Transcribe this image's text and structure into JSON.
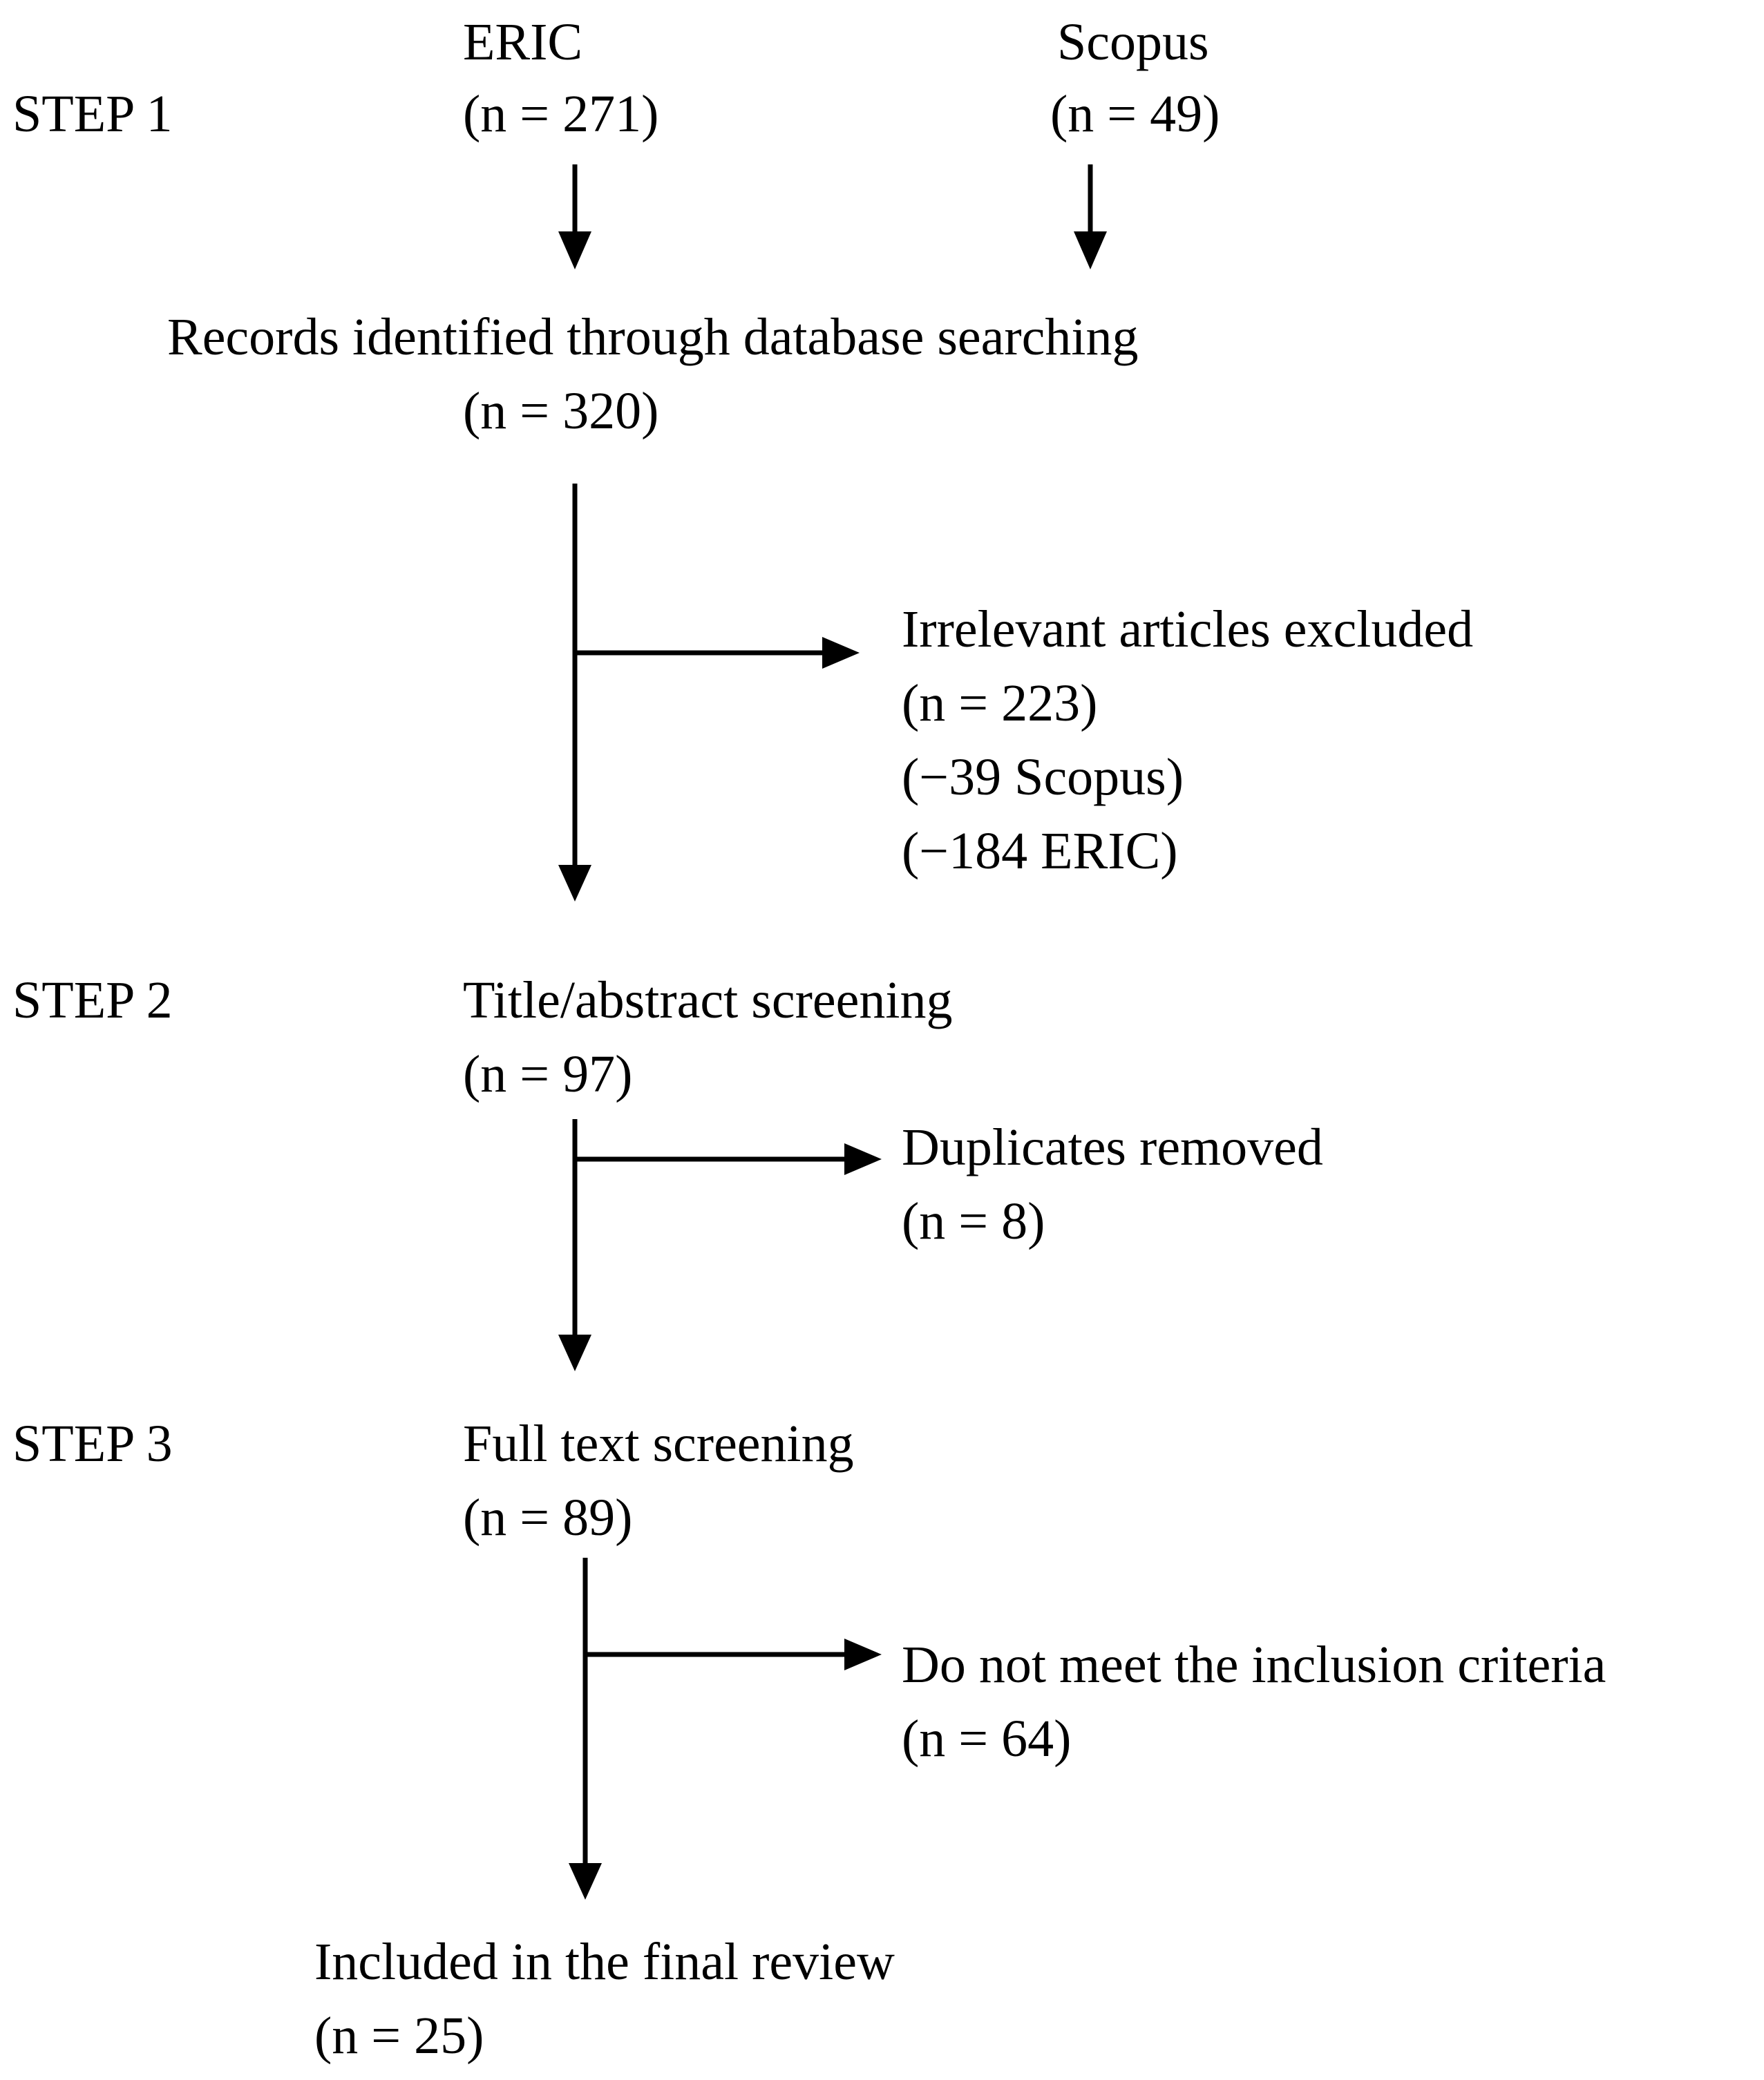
{
  "steps": {
    "step1": "STEP 1",
    "step2": "STEP 2",
    "step3": "STEP 3"
  },
  "sources": {
    "eric": {
      "label": "ERIC",
      "count": "(n = 271)"
    },
    "scopus": {
      "label": "Scopus",
      "count": "(n = 49)"
    }
  },
  "records": {
    "label": "Records identified through database searching",
    "count": "(n = 320)"
  },
  "excluded_irrelevant": {
    "label": "Irrelevant articles excluded",
    "count": "(n = 223)",
    "scopus": "(−39 Scopus)",
    "eric": "(−184 ERIC)"
  },
  "title_abstract": {
    "label": "Title/abstract screening",
    "count": "(n = 97)"
  },
  "duplicates": {
    "label": "Duplicates removed",
    "count": "(n = 8)"
  },
  "full_text": {
    "label": "Full text screening",
    "count": "(n = 89)"
  },
  "not_meet": {
    "label": "Do not meet the inclusion criteria",
    "count": "(n = 64)"
  },
  "final": {
    "label": "Included in the final review",
    "count": "(n = 25)"
  },
  "colors": {
    "text": "#000000",
    "background": "#ffffff"
  }
}
